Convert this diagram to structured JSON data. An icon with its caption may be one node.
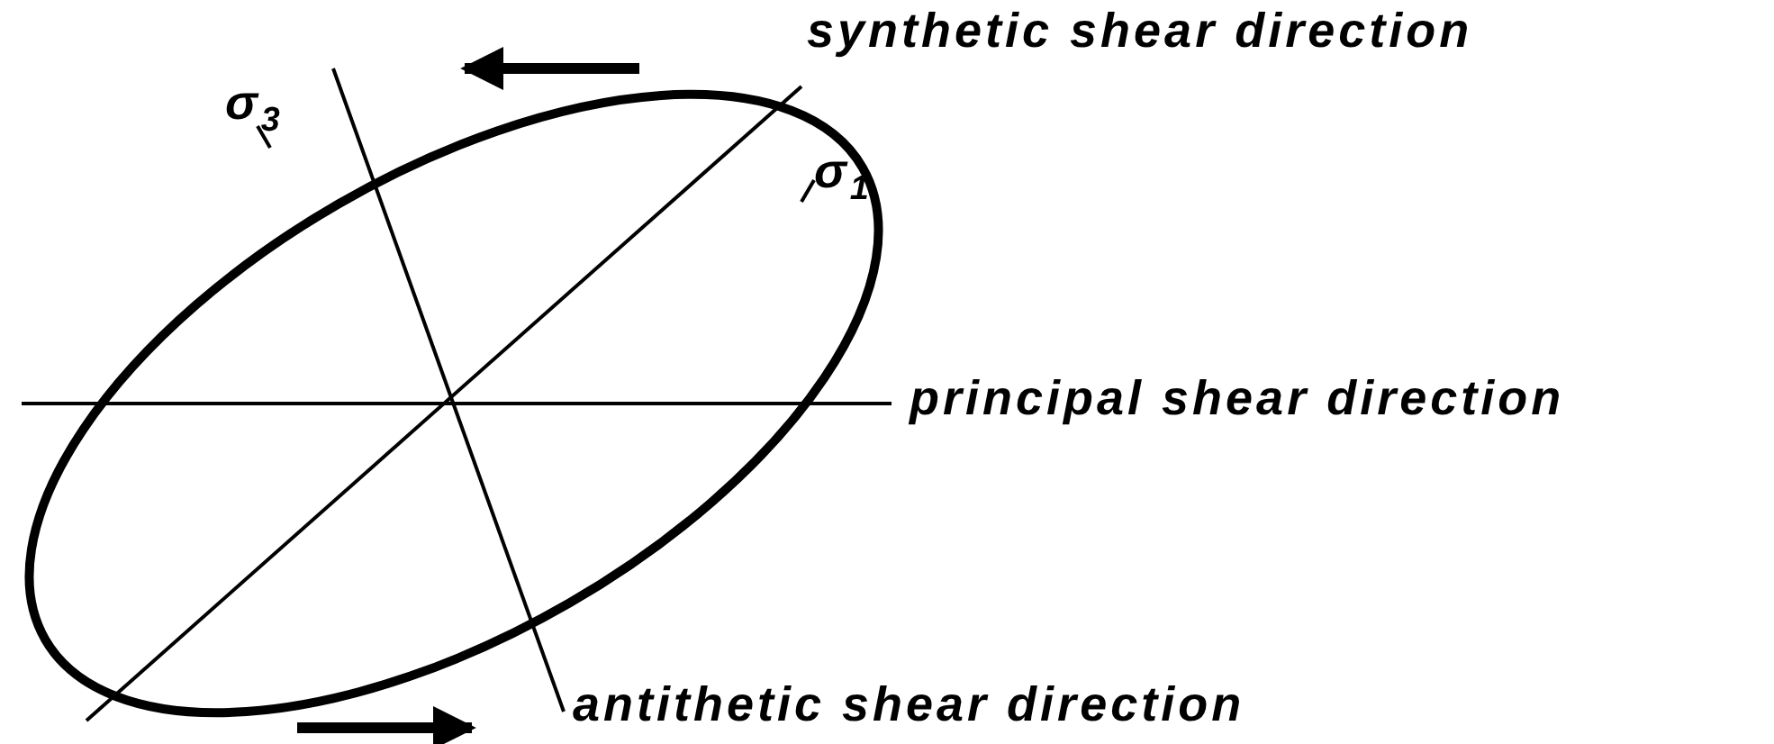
{
  "diagram": {
    "labels": [
      "synthetic shear direction",
      "σ$_{3}$",
      "σ$_{1}$",
      "principal shear direction",
      "antithetic shear direction"
    ]
  }
}
